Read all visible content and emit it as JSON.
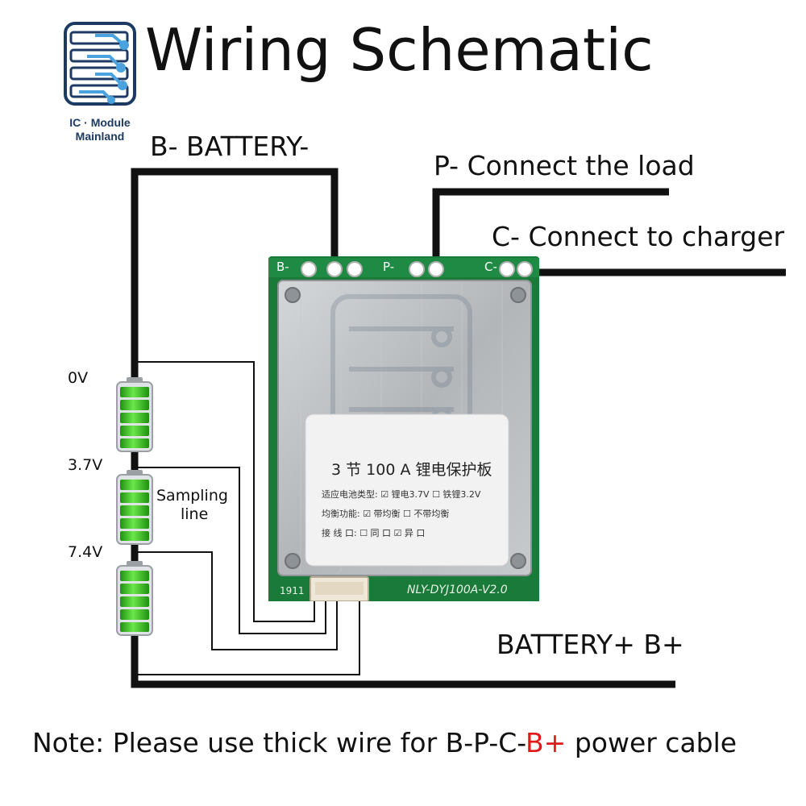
{
  "logo": {
    "line1": "IC · Module",
    "line2": "Mainland"
  },
  "title": "Wiring Schematic",
  "labels": {
    "b_minus": "B- BATTERY-",
    "p_minus": "P- Connect the load",
    "c_minus": "C- Connect to charger",
    "b_plus": "BATTERY+ B+",
    "sampling_line1": "Sampling",
    "sampling_line2": "line"
  },
  "voltages": [
    "0V",
    "3.7V",
    "7.4V"
  ],
  "board": {
    "pad_b": "B-",
    "pad_p": "P-",
    "pad_c": "C-",
    "sticker_title": "3 节 100 A 锂电保护板",
    "sticker_row1": "适应电池类型: ☑ 锂电3.7V   ☐ 铁锂3.2V",
    "sticker_row2": "均衡功能: ☑ 带均衡   ☐ 不带均衡",
    "sticker_row3": "接 线 口: ☐ 同 口   ☑ 异 口",
    "model": "NLY-DYJ100A-V2.0",
    "batch": "1911"
  },
  "note": {
    "prefix": "Note: Please use thick wire for B-P-C-",
    "highlight": "B+",
    "suffix": " power cable"
  },
  "colors": {
    "highlight": "#e01919",
    "battery": "#3cc21a",
    "pcb": "#1a7a3a",
    "heatsink": "#b9bcbf"
  }
}
